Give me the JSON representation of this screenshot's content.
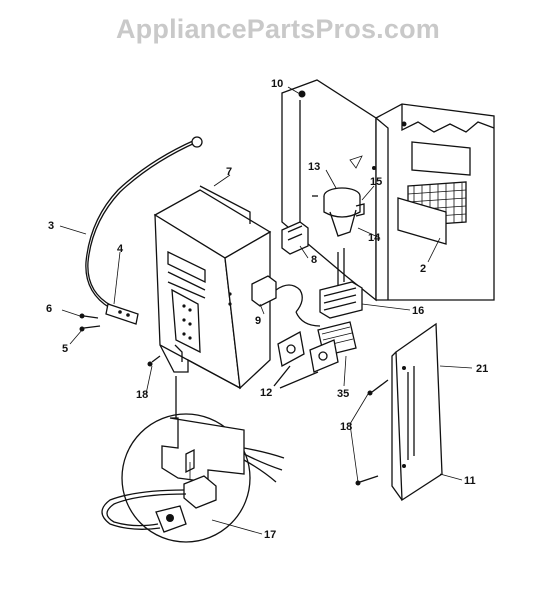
{
  "watermark": "AppliancePartsPros.com",
  "callouts": {
    "c10": "10",
    "c7": "7",
    "c13": "13",
    "c15": "15",
    "c3": "3",
    "c4": "4",
    "c8": "8",
    "c14": "14",
    "c2": "2",
    "c6": "6",
    "c5": "5",
    "c9": "9",
    "c16": "16",
    "c12": "12",
    "c35": "35",
    "c18a": "18",
    "c18b": "18",
    "c21": "21",
    "c11": "11",
    "c17": "17"
  },
  "colors": {
    "ink": "#111111",
    "watermark": "#c9c9c9",
    "background": "#ffffff"
  }
}
